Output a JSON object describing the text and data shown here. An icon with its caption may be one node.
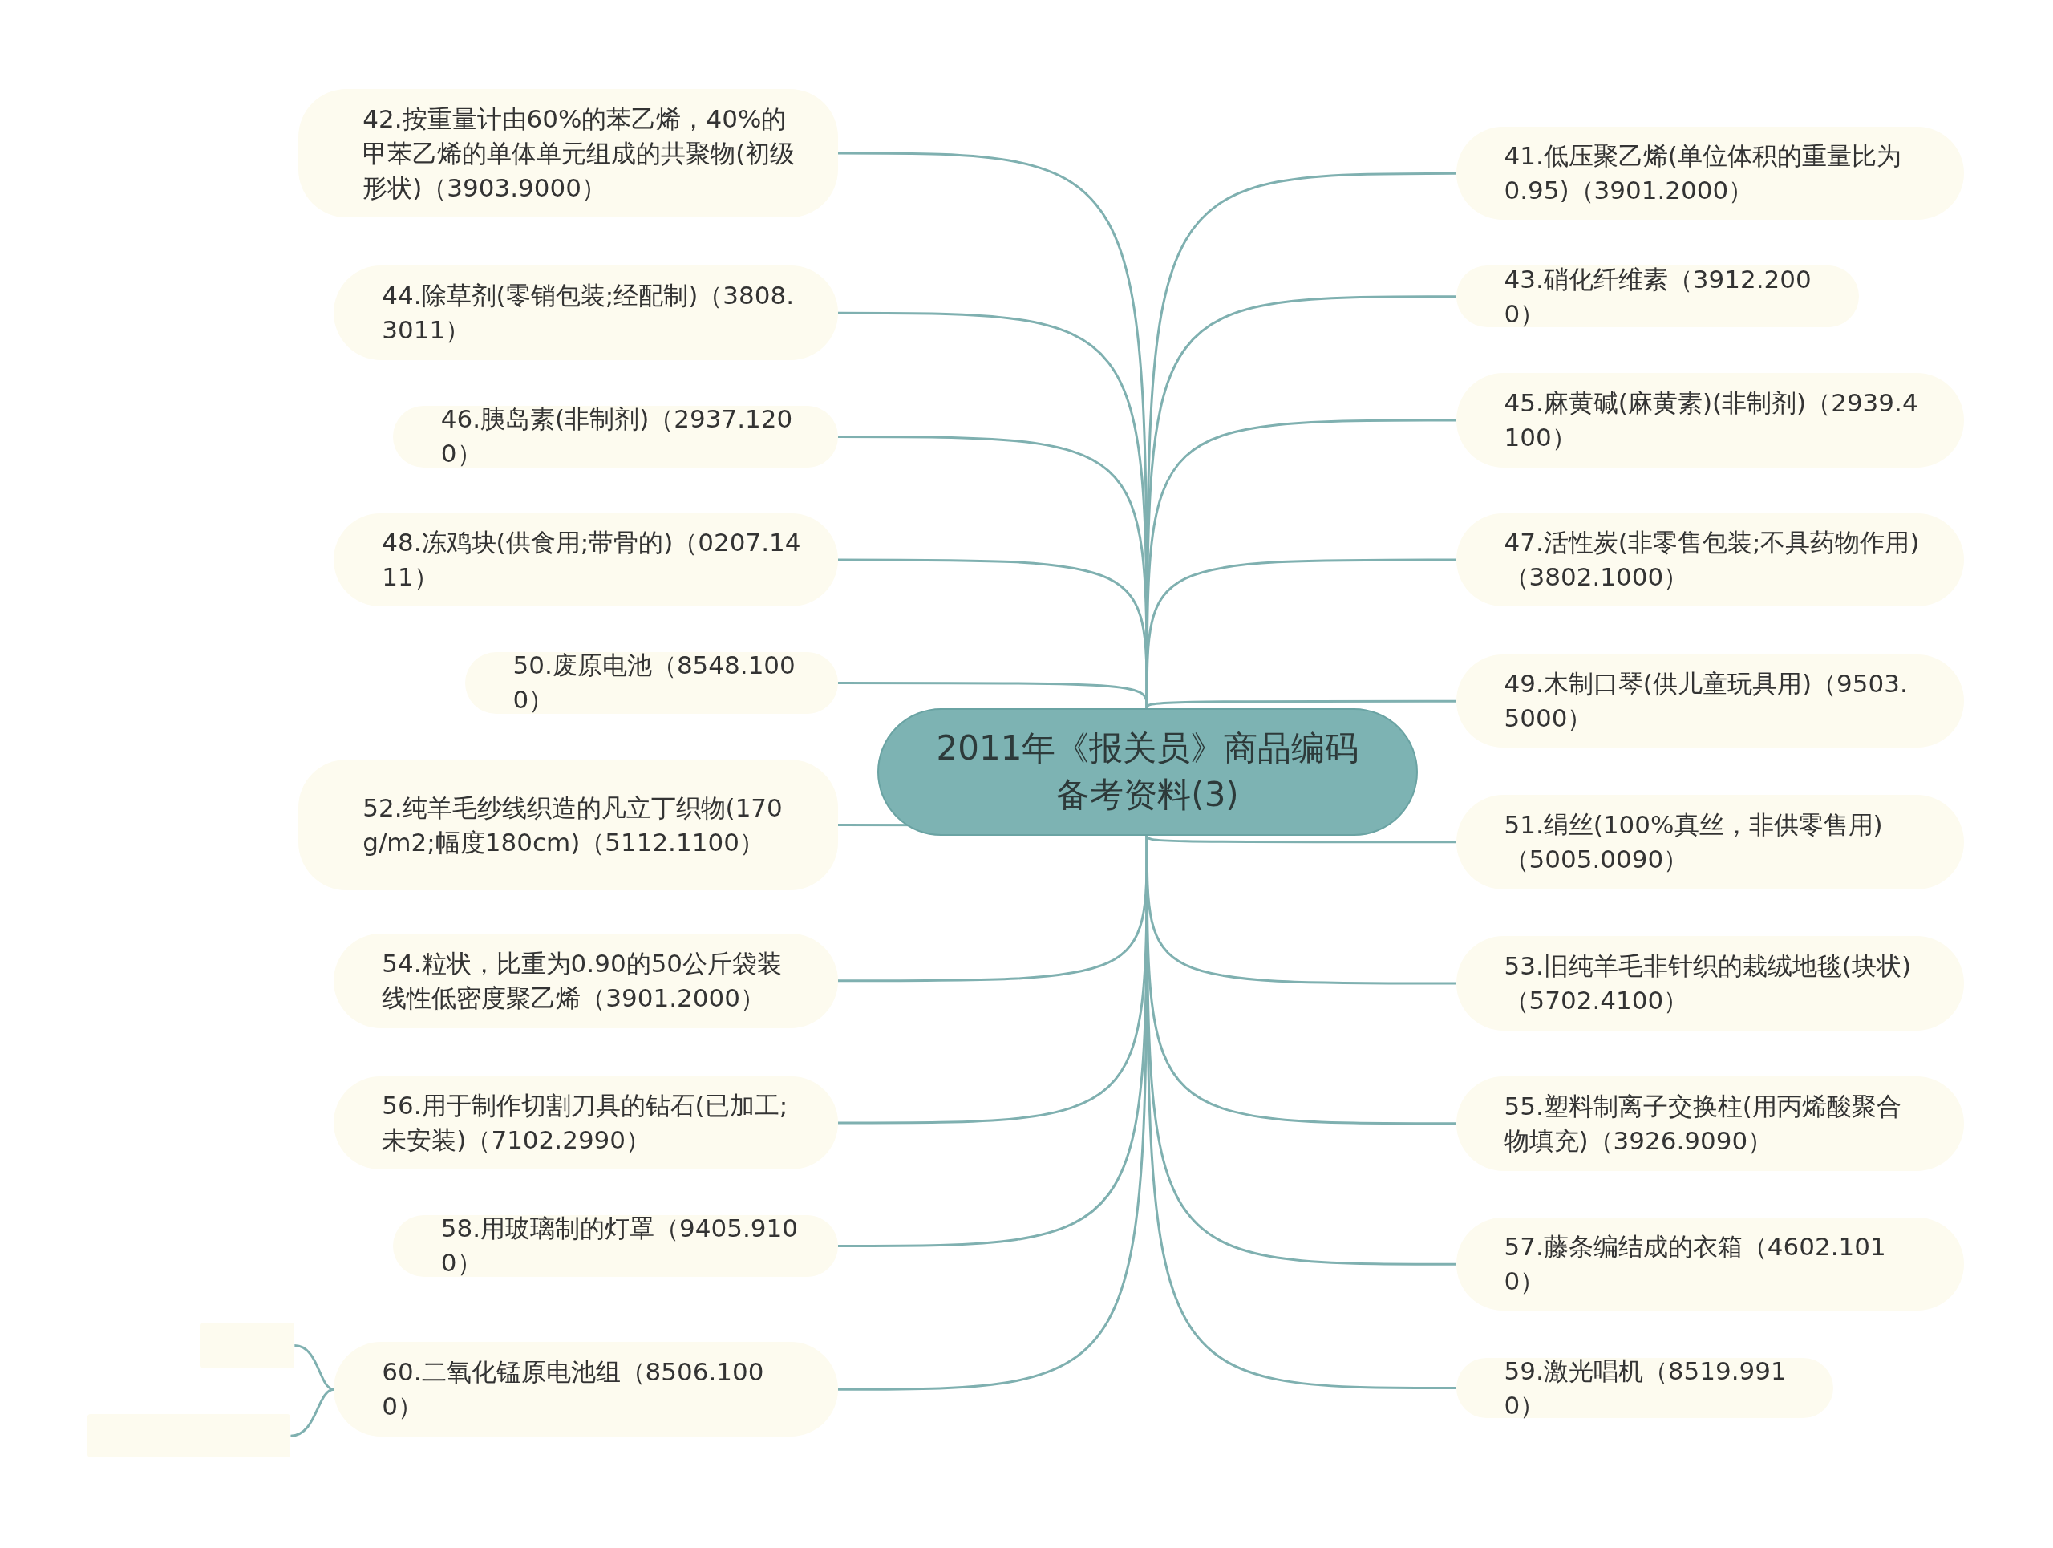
{
  "diagram": {
    "nodes": [
      {
        "text": [
          "2011年《报关员》商品编码备考资料(3)"
        ]
      },
      {
        "text": [
          "41.低压聚乙烯(单位体积的重量比为0.95)（3901.2000）"
        ]
      },
      {
        "text": [
          "42.按重量计由60%的苯乙烯，40%的甲苯乙烯的单体单元组成的共聚物(初级形状)（3903.9000）"
        ]
      },
      {
        "text": [
          "43.硝化纤维素（3912.2000）"
        ]
      },
      {
        "text": [
          "44.除草剂(零销包装;经配制)（3808.3011）"
        ]
      },
      {
        "text": [
          "45.麻黄碱(麻黄素)(非制剂)（2939.4100）"
        ]
      },
      {
        "text": [
          "46.胰岛素(非制剂)（2937.1200）"
        ]
      },
      {
        "text": [
          "47.活性炭(非零售包装;不具药物作用)（3802.1000）"
        ]
      },
      {
        "text": [
          "48.冻鸡块(供食用;带骨的)（0207.1411）"
        ]
      },
      {
        "text": [
          "49.木制口琴(供儿童玩具用)（9503.5000）"
        ]
      },
      {
        "text": [
          "50.废原电池（8548.1000）"
        ]
      },
      {
        "text": [
          "51.绢丝(100%真丝，非供零售用)（5005.0090）"
        ]
      },
      {
        "text": [
          "52.纯羊毛纱线织造的凡立丁织物(170g/m2;幅度180cm)（5112.1100）"
        ]
      },
      {
        "text": [
          "53.旧纯羊毛非针织的栽绒地毯(块状)（5702.4100）"
        ]
      },
      {
        "text": [
          "54.粒状，比重为0.90的50公斤袋装线性低密度聚乙烯（3901.2000）"
        ]
      },
      {
        "text": [
          "55.塑料制离子交换柱(用丙烯酸聚合物填充)（3926.9090）"
        ]
      },
      {
        "text": [
          "56.用于制作切割刀具的钻石(已加工;未安装)（7102.2990）"
        ]
      },
      {
        "text": [
          "57.藤条编结成的衣箱（4602.1010）"
        ]
      },
      {
        "text": [
          "58.用玻璃制的灯罩（9405.9100）"
        ]
      },
      {
        "text": [
          "59.激光唱机（8519.9910）"
        ]
      },
      {
        "text": [
          "60.二氧化锰原电池组（8506.1000）"
        ]
      },
      {
        "text": [],
        "shape": "box"
      },
      {
        "text": [],
        "shape": "box"
      }
    ],
    "edges": [
      {
        "from": 0,
        "to": 1,
        "arrow": "none"
      },
      {
        "from": 0,
        "to": 2,
        "arrow": "none"
      },
      {
        "from": 0,
        "to": 3,
        "arrow": "none"
      },
      {
        "from": 0,
        "to": 4,
        "arrow": "none"
      },
      {
        "from": 0,
        "to": 5,
        "arrow": "none"
      },
      {
        "from": 0,
        "to": 6,
        "arrow": "none"
      },
      {
        "from": 0,
        "to": 7,
        "arrow": "none"
      },
      {
        "from": 0,
        "to": 8,
        "arrow": "none"
      },
      {
        "from": 0,
        "to": 9,
        "arrow": "none"
      },
      {
        "from": 0,
        "to": 10,
        "arrow": "none"
      },
      {
        "from": 0,
        "to": 11,
        "arrow": "none"
      },
      {
        "from": 0,
        "to": 12,
        "arrow": "none"
      },
      {
        "from": 0,
        "to": 13,
        "arrow": "none"
      },
      {
        "from": 0,
        "to": 14,
        "arrow": "none"
      },
      {
        "from": 0,
        "to": 15,
        "arrow": "none"
      },
      {
        "from": 0,
        "to": 16,
        "arrow": "none"
      },
      {
        "from": 0,
        "to": 17,
        "arrow": "none"
      },
      {
        "from": 0,
        "to": 18,
        "arrow": "none"
      },
      {
        "from": 0,
        "to": 19,
        "arrow": "none"
      },
      {
        "from": 0,
        "to": 20,
        "arrow": "none"
      },
      {
        "from": 20,
        "to": 21,
        "arrow": "none"
      },
      {
        "from": 20,
        "to": 22,
        "arrow": "none"
      }
    ]
  }
}
